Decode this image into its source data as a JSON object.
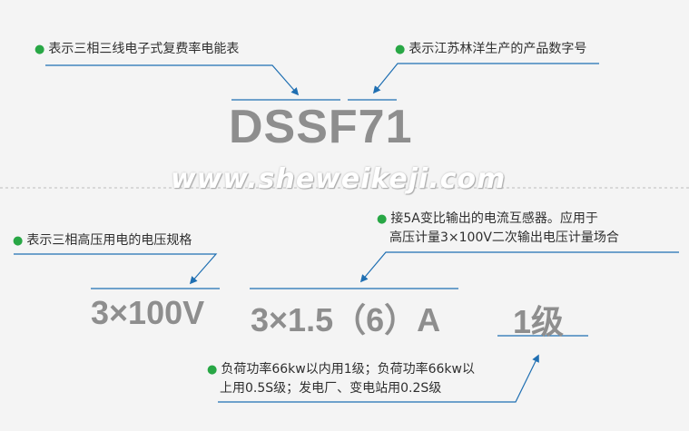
{
  "model": {
    "code": "DSSF71",
    "note_left": "表示三相三线电子式复费率电能表",
    "note_right": "表示江苏林洋生产的产品数字号"
  },
  "watermark": "www.sheweikeji.com",
  "specs": {
    "voltage": "3×100V",
    "current": "3×1.5（6）A",
    "accuracy": "1级",
    "note_voltage": "表示三相高压用电的电压规格",
    "note_current_line1": "接5A变比输出的电流互感器。应用于",
    "note_current_line2": "高压计量3×100V二次输出电压计量场合",
    "note_accuracy_line1": "负荷功率66kw以内用1级；负荷功率66kw以",
    "note_accuracy_line2": "上用0.5S级；发电厂、变电站用0.2S级"
  },
  "colors": {
    "accent": "#1f6fb2",
    "bullet": "#28a745",
    "big_text": "#8e8e8e"
  }
}
